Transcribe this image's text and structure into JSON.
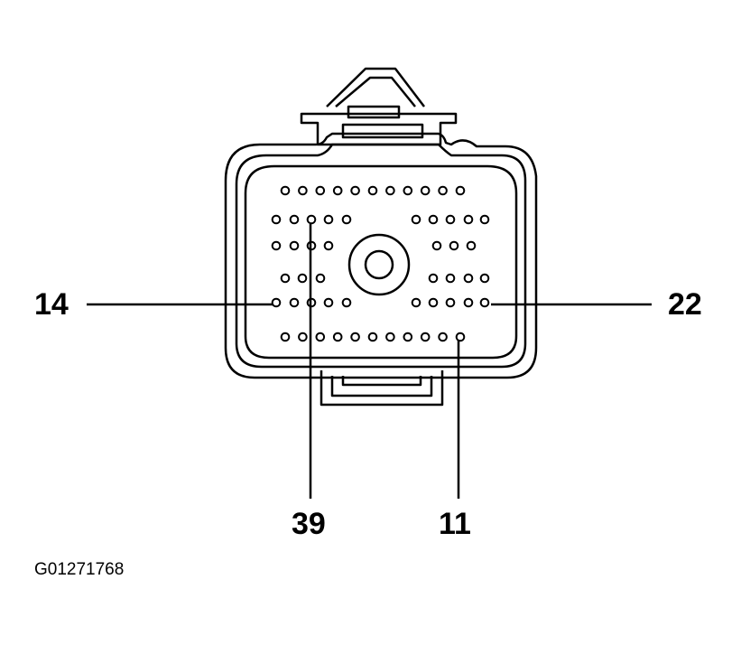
{
  "callouts": {
    "left": "14",
    "right": "22",
    "bottom_left": "39",
    "bottom_right": "11"
  },
  "figure_id": "G01271768"
}
